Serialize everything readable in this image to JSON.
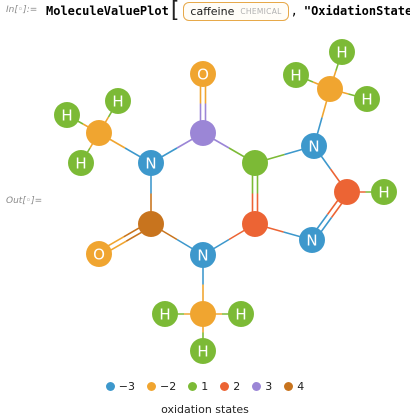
{
  "cell": {
    "in_label": "In[◦]:=",
    "out_label": "Out[◦]=",
    "function_name": "MoleculeValuePlot",
    "entity_name": "caffeine",
    "entity_type": "CHEMICAL",
    "property_string": "\"OxidationState\"",
    "open_bracket": "[",
    "close_bracket": "]",
    "comma": ","
  },
  "colors": {
    "-3": "#3d98cc",
    "-2": "#f0a530",
    "1": "#7cba36",
    "2": "#ec6434",
    "3": "#9b86d6",
    "4": "#c8741e",
    "H": "#7cba36",
    "bond_default": "#7aa9c4"
  },
  "molecule": {
    "atoms": [
      {
        "id": "Ctop",
        "element": "C",
        "state": "3"
      },
      {
        "id": "Otop",
        "element": "O",
        "state": "-2"
      },
      {
        "id": "N1",
        "element": "N",
        "state": "-3"
      },
      {
        "id": "C6",
        "element": "C",
        "state": "4"
      },
      {
        "id": "O6",
        "element": "O",
        "state": "-2"
      },
      {
        "id": "N3",
        "element": "N",
        "state": "-3"
      },
      {
        "id": "C3a",
        "element": "C",
        "state": "1"
      },
      {
        "id": "C7a",
        "element": "C",
        "state": "2"
      },
      {
        "id": "N7",
        "element": "N",
        "state": "-3"
      },
      {
        "id": "C8",
        "element": "C",
        "state": "2"
      },
      {
        "id": "N9",
        "element": "N",
        "state": "-3"
      },
      {
        "id": "Cm1",
        "element": "C",
        "state": "-2"
      },
      {
        "id": "Cm3",
        "element": "C",
        "state": "-2"
      },
      {
        "id": "Cm7",
        "element": "C",
        "state": "-2"
      },
      {
        "id": "H1a",
        "element": "H",
        "state": "1"
      },
      {
        "id": "H1b",
        "element": "H",
        "state": "1"
      },
      {
        "id": "H1c",
        "element": "H",
        "state": "1"
      },
      {
        "id": "H3a",
        "element": "H",
        "state": "1"
      },
      {
        "id": "H3b",
        "element": "H",
        "state": "1"
      },
      {
        "id": "H3c",
        "element": "H",
        "state": "1"
      },
      {
        "id": "H7a",
        "element": "H",
        "state": "1"
      },
      {
        "id": "H7b",
        "element": "H",
        "state": "1"
      },
      {
        "id": "H7c",
        "element": "H",
        "state": "1"
      },
      {
        "id": "H8",
        "element": "H",
        "state": "1"
      }
    ],
    "bonds": [
      {
        "a": "Ctop",
        "b": "Otop",
        "order": 2
      },
      {
        "a": "Ctop",
        "b": "N1",
        "order": 1
      },
      {
        "a": "Ctop",
        "b": "C3a",
        "order": 1
      },
      {
        "a": "N1",
        "b": "C6",
        "order": 1
      },
      {
        "a": "C6",
        "b": "O6",
        "order": 2
      },
      {
        "a": "C6",
        "b": "N3",
        "order": 1
      },
      {
        "a": "N3",
        "b": "C7a",
        "order": 1
      },
      {
        "a": "C7a",
        "b": "C3a",
        "order": 2
      },
      {
        "a": "C3a",
        "b": "N7",
        "order": 1
      },
      {
        "a": "N7",
        "b": "C8",
        "order": 1
      },
      {
        "a": "C8",
        "b": "N9",
        "order": 2
      },
      {
        "a": "N9",
        "b": "C7a",
        "order": 1
      },
      {
        "a": "N1",
        "b": "Cm1",
        "order": 1
      },
      {
        "a": "N3",
        "b": "Cm3",
        "order": 1
      },
      {
        "a": "N7",
        "b": "Cm7",
        "order": 1
      },
      {
        "a": "Cm1",
        "b": "H1a",
        "order": 1
      },
      {
        "a": "Cm1",
        "b": "H1b",
        "order": 1
      },
      {
        "a": "Cm1",
        "b": "H1c",
        "order": 1
      },
      {
        "a": "Cm3",
        "b": "H3a",
        "order": 1
      },
      {
        "a": "Cm3",
        "b": "H3b",
        "order": 1
      },
      {
        "a": "Cm3",
        "b": "H3c",
        "order": 1
      },
      {
        "a": "Cm7",
        "b": "H7a",
        "order": 1
      },
      {
        "a": "Cm7",
        "b": "H7b",
        "order": 1
      },
      {
        "a": "Cm7",
        "b": "H7c",
        "order": 1
      },
      {
        "a": "C8",
        "b": "H8",
        "order": 1
      }
    ]
  },
  "legend": {
    "items": [
      {
        "label": "−3",
        "state": "-3"
      },
      {
        "label": "−2",
        "state": "-2"
      },
      {
        "label": "1",
        "state": "1"
      },
      {
        "label": "2",
        "state": "2"
      },
      {
        "label": "3",
        "state": "3"
      },
      {
        "label": "4",
        "state": "4"
      }
    ],
    "title": "oxidation states"
  }
}
